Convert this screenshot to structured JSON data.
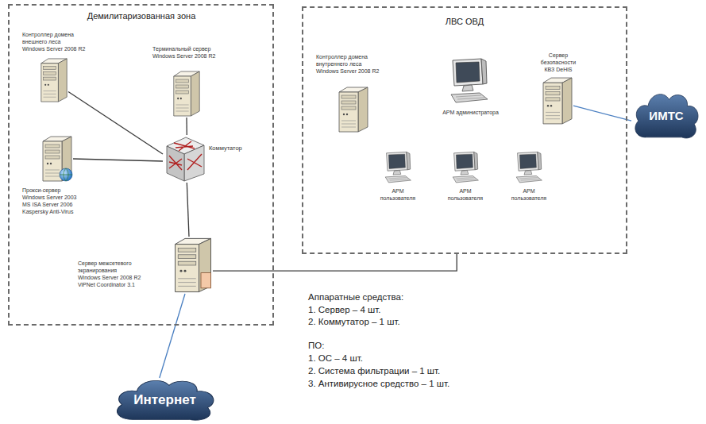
{
  "diagram": {
    "nodes": [
      {
        "text": [
          "Демилитаризованная зона"
        ]
      },
      {
        "text": [
          "Контроллер домена внешнего леса",
          "Windows Server 2008 R2"
        ],
        "in": 0
      },
      {
        "text": [
          "Терминальный сервер",
          "Windows Server 2008 R2"
        ],
        "in": 0
      },
      {
        "text": [
          "Коммутатор"
        ],
        "in": 0
      },
      {
        "text": [
          "Прокси-сервер",
          "Windows Server 2003",
          "MS ISA Server 2006",
          "Kaspersky Anti-Virus"
        ],
        "in": 0
      },
      {
        "text": [
          "Сервер межсетевого экранирования",
          "Windows Server 2008 R2",
          "ViPNet Coordinator 3.1"
        ],
        "in": 0
      },
      {
        "text": [
          "ЛВС ОВД"
        ]
      },
      {
        "text": [
          "Контроллер домена внутреннего леса",
          "Windows Server 2008 R2"
        ],
        "in": 6
      },
      {
        "text": [
          "АРМ администратора"
        ],
        "in": 6
      },
      {
        "text": [
          "Сервер безопасности",
          "КВЗ DeHiS"
        ],
        "in": 6
      },
      {
        "text": [
          "АРМ пользователя"
        ],
        "in": 6
      },
      {
        "text": [
          "АРМ пользователя"
        ],
        "in": 6
      },
      {
        "text": [
          "АРМ пользователя"
        ],
        "in": 6
      },
      {
        "text": [
          "ИМТС"
        ]
      },
      {
        "text": [
          "Интернет"
        ]
      }
    ],
    "edges": [
      {
        "from": 1,
        "to": 3,
        "arrow": "none"
      },
      {
        "from": 2,
        "to": 3,
        "arrow": "none"
      },
      {
        "from": 4,
        "to": 3,
        "arrow": "none"
      },
      {
        "from": 3,
        "to": 5,
        "arrow": "none"
      },
      {
        "from": 5,
        "to": 6,
        "arrow": "none"
      },
      {
        "from": 5,
        "to": 14,
        "arrow": "none"
      },
      {
        "from": 9,
        "to": 13,
        "arrow": "none"
      }
    ],
    "labels": [
      "Аппаратные средства:",
      "1. Сервер – 4 шт.",
      "2. Коммутатор – 1 шт.",
      "ПО:",
      "1. ОС – 4 шт.",
      "2. Система фильтрации – 1 шт.",
      "3. Антивирусное средство – 1 шт."
    ]
  }
}
